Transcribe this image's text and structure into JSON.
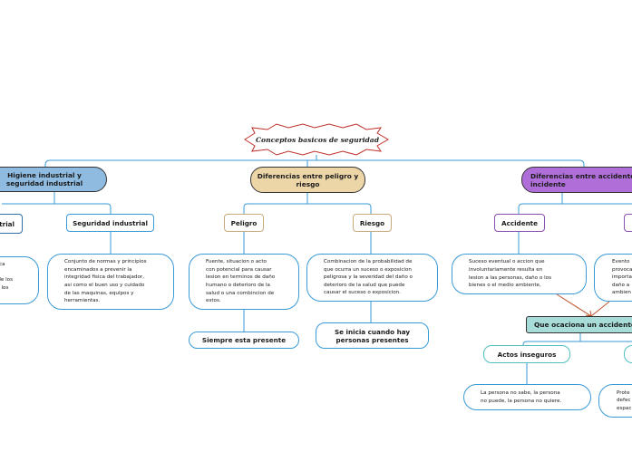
{
  "root": {
    "label": "Conceptos basicos de seguridad"
  },
  "branches": {
    "higiene": {
      "label": "Higiene industrial y seguridad industrial",
      "color": "#8fbbe0"
    },
    "diferencias_peligro": {
      "label": "Diferencias entre peligro y riesgo",
      "color": "#ecd6a8"
    },
    "diferencias_accidente": {
      "label": "Diferencias entre accidente e incidente",
      "color": "#b06fd8"
    }
  },
  "higiene": {
    "higiene_partial": {
      "label": "trial"
    },
    "seguridad": {
      "label": "Seguridad industrial"
    },
    "higiene_desc_partial": {
      "lines": [
        "dica",
        ":",
        "l de los",
        "or los",
        "."
      ]
    },
    "seguridad_desc": {
      "lines": [
        "Conjunto de normas y principios",
        "encaminados a prevenir la",
        "integridad fisica del trabajador,",
        "asi como el buen uso y cuidado",
        "de las maquinas, equipos y",
        "herramientas."
      ]
    }
  },
  "peligro_riesgo": {
    "peligro": {
      "label": "Peligro"
    },
    "riesgo": {
      "label": "Riesgo"
    },
    "peligro_desc": {
      "lines": [
        "Fuente, situacion o acto",
        "con potencial para causar",
        "lesion en terminos de daño",
        "humano o deterioro de la",
        "salud o una combincion de",
        "estos."
      ]
    },
    "riesgo_desc": {
      "lines": [
        "Combinacion de la probabilidad de",
        "que ocurra un suceso o exposicion",
        "peligrosa y la severidad del daño o",
        "deterioro de la salud que puede",
        "causar el suceso o exposicion."
      ]
    },
    "peligro_pill": {
      "label": "Siempre esta presente"
    },
    "riesgo_pill": {
      "label": "Se inicia cuando hay personas presentes"
    }
  },
  "accidente_incidente": {
    "accidente": {
      "label": "Accidente"
    },
    "accidente_desc": {
      "lines": [
        "Suceso eventual o accion que",
        "involuntariamente resulta en",
        "lesion a las personas, daño o los",
        "bienes o el medio ambiente,"
      ]
    },
    "incidente_desc_partial": {
      "lines": [
        "Evento",
        "provoca",
        "importa",
        "daño a",
        "ambien"
      ]
    },
    "causes": {
      "label": "Que ocaciona un accidente o"
    },
    "actos": {
      "label": "Actos inseguros"
    },
    "actos_desc": {
      "lines": [
        "La persona no sabe, la persona",
        "no puede, la persona no quiere."
      ]
    },
    "cond_desc_partial": {
      "lines": [
        "Prote",
        "defec",
        "espac"
      ]
    }
  },
  "colors": {
    "connector": "#3a9ad8",
    "arrow": "#c0502a",
    "star_border": "#c0302a"
  }
}
